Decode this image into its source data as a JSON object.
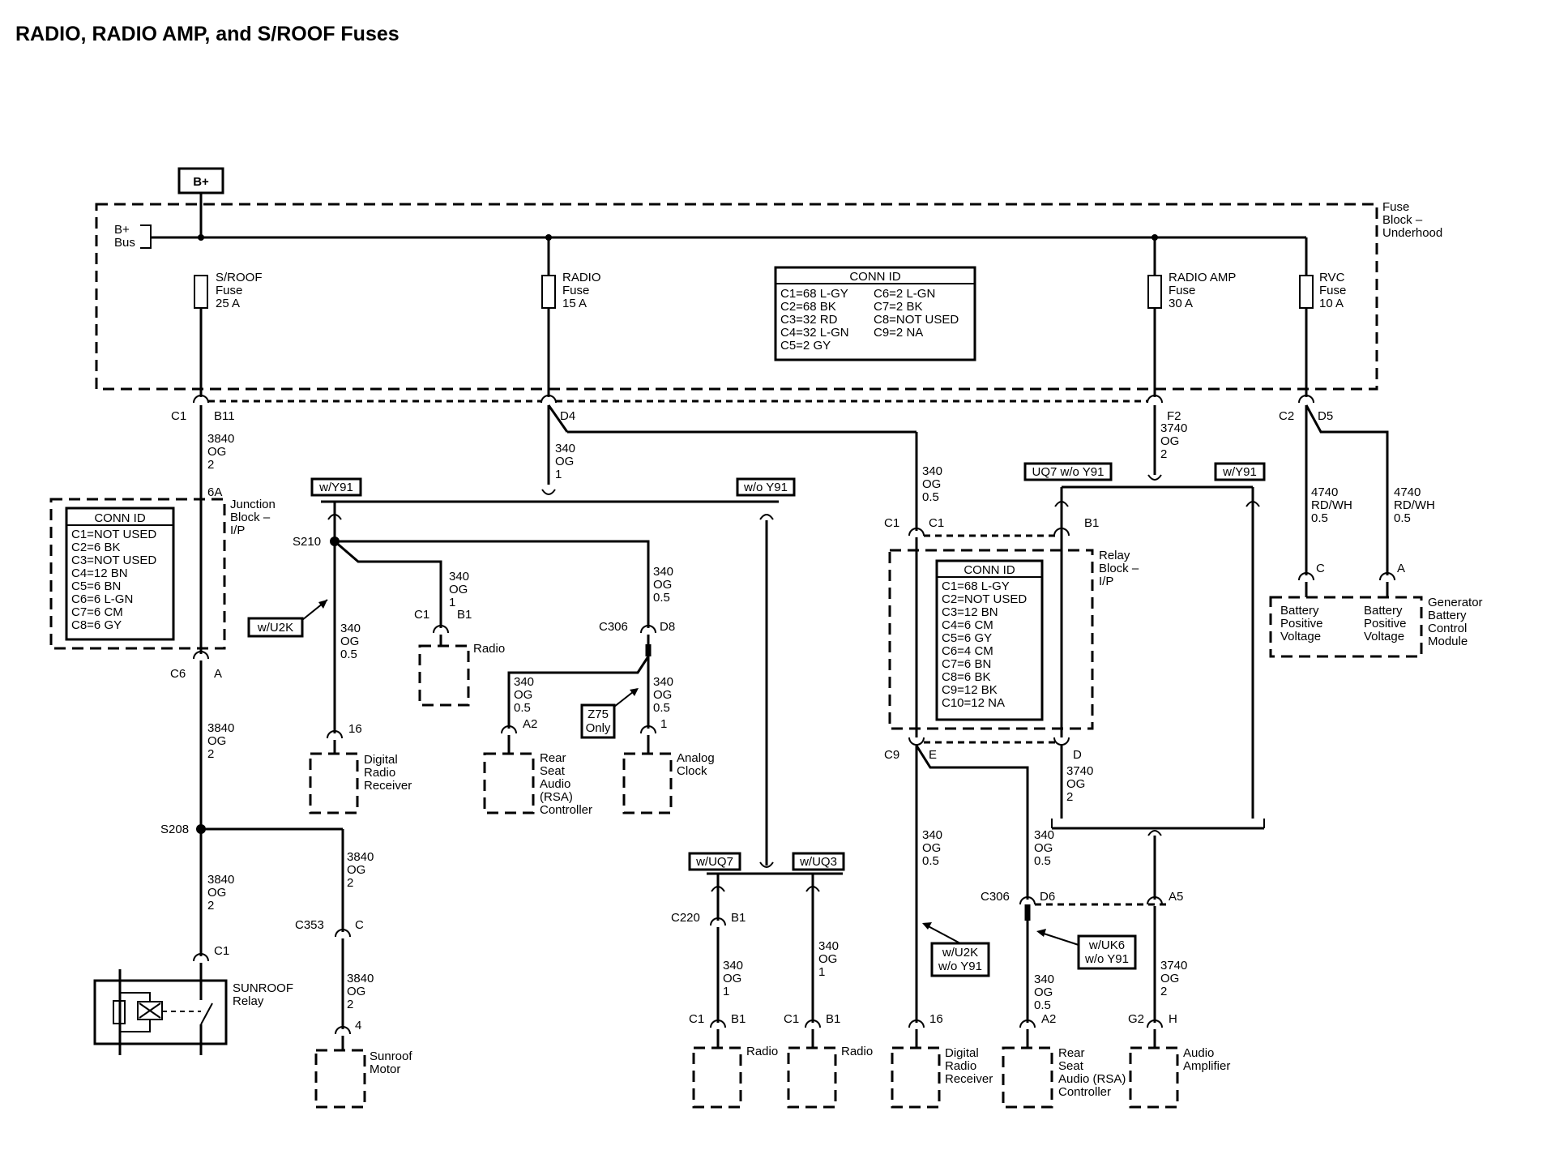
{
  "title": "RADIO, RADIO AMP, and S/ROOF Fuses",
  "power_source": "B+",
  "fuse_block": {
    "name": [
      "Fuse",
      "Block –",
      "Underhood"
    ],
    "bus_label": [
      "B+",
      "Bus"
    ],
    "fuses": [
      {
        "name": "S/ROOF",
        "fuse_word": "Fuse",
        "rating": "25 A"
      },
      {
        "name": "RADIO",
        "fuse_word": "Fuse",
        "rating": "15 A"
      },
      {
        "name": "RADIO AMP",
        "fuse_word": "Fuse",
        "rating": "30 A"
      },
      {
        "name": "RVC",
        "fuse_word": "Fuse",
        "rating": "10 A"
      }
    ],
    "conn_id": {
      "title": "CONN ID",
      "rows": [
        [
          "C1=68 L-GY",
          "C6=2 L-GN"
        ],
        [
          "C2=68 BK",
          "C7=2 BK"
        ],
        [
          "C3=32 RD",
          "C8=NOT USED"
        ],
        [
          "C4=32 L-GN",
          "C9=2 NA"
        ],
        [
          "C5=2 GY",
          ""
        ]
      ]
    }
  },
  "junction_block": {
    "name": [
      "Junction",
      "Block –",
      "I/P"
    ],
    "conn_id": {
      "title": "CONN ID",
      "rows": [
        "C1=NOT USED",
        "C2=6 BK",
        "C3=NOT USED",
        "C4=12 BN",
        "C5=6 BN",
        "C6=6 L-GN",
        "C7=6 CM",
        "C8=6 GY"
      ]
    }
  },
  "relay_block": {
    "name": [
      "Relay",
      "Block –",
      "I/P"
    ],
    "conn_id": {
      "title": "CONN ID",
      "rows": [
        "C1=68 L-GY",
        "C2=NOT USED",
        "C3=12 BN",
        "C4=6 CM",
        "C5=6 GY",
        "C6=4 CM",
        "C7=6 BN",
        "C8=6 BK",
        "C9=12 BK",
        "C10=12 NA"
      ]
    }
  },
  "connectors": {
    "c1": "C1",
    "b11": "B11",
    "d4": "D4",
    "f2": "F2",
    "c2": "C2",
    "d5": "D5",
    "six_a": "6A",
    "c6": "C6",
    "a": "A",
    "s208": "S208",
    "s210": "S210",
    "c353": "C353",
    "c": "C",
    "four": "4",
    "c1_relay": "C1",
    "b1": "B1",
    "c306": "C306",
    "d8": "D8",
    "a2": "A2",
    "one": "1",
    "sixteen": "16",
    "c9": "C9",
    "e": "E",
    "d": "D",
    "d6": "D6",
    "a5": "A5",
    "c220": "C220",
    "g2": "G2",
    "h": "H"
  },
  "wires": {
    "w3840": [
      "3840",
      "OG",
      "2"
    ],
    "w340_1": [
      "340",
      "OG",
      "1"
    ],
    "w340_05": [
      "340",
      "OG",
      "0.5"
    ],
    "w3740": [
      "3740",
      "OG",
      "2"
    ],
    "w4740": [
      "4740",
      "RD/WH",
      "0.5"
    ]
  },
  "options": {
    "wy91": "w/Y91",
    "woy91": "w/o Y91",
    "wu2k": "w/U2K",
    "z75": [
      "Z75",
      "Only"
    ],
    "uq7woy91": "UQ7 w/o Y91",
    "wuq7": "w/UQ7",
    "wuq3": "w/UQ3",
    "wu2k_woy91": [
      "w/U2K",
      "w/o Y91"
    ],
    "wuk6_woy91": [
      "w/UK6",
      "w/o Y91"
    ]
  },
  "components": {
    "digital_radio_receiver": [
      "Digital",
      "Radio",
      "Receiver"
    ],
    "radio": "Radio",
    "rsa_controller": [
      "Rear",
      "Seat",
      "Audio",
      "(RSA)",
      "Controller"
    ],
    "rsa_controller_2": [
      "Rear",
      "Seat",
      "Audio (RSA)",
      "Controller"
    ],
    "analog_clock": [
      "Analog",
      "Clock"
    ],
    "sunroof_relay": [
      "SUNROOF",
      "Relay"
    ],
    "sunroof_motor": [
      "Sunroof",
      "Motor"
    ],
    "audio_amplifier": [
      "Audio",
      "Amplifier"
    ],
    "battery_positive_voltage": [
      "Battery",
      "Positive",
      "Voltage"
    ],
    "generator_bcm": [
      "Generator",
      "Battery",
      "Control",
      "Module"
    ]
  }
}
